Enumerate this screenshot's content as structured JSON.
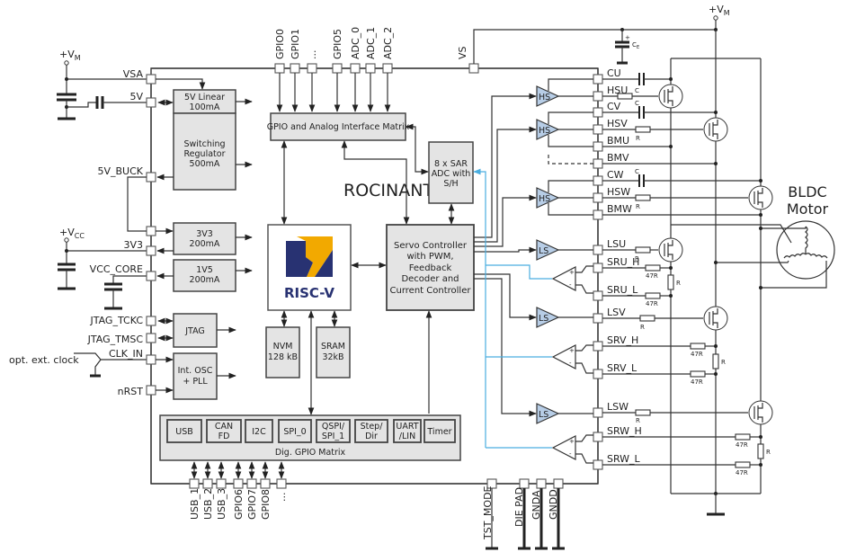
{
  "chip_name": "ROCINANTE",
  "motor_label": [
    "BLDC",
    "Motor"
  ],
  "supplies": {
    "vm": "+V",
    "vm_sub": "M",
    "vcc": "+V",
    "vcc_sub": "CC"
  },
  "left_pins": [
    "VSA",
    "5V",
    "5V_BUCK",
    "3V3",
    "VCC_CORE",
    "JTAG_TCKC",
    "JTAG_TMSC",
    "CLK_IN",
    "nRST"
  ],
  "top_pins": [
    "GPIO0",
    "GPIO1",
    "...",
    "GPIO5",
    "ADC_0",
    "ADC_1",
    "ADC_2",
    "VS"
  ],
  "bottom_pins": [
    "USB_1",
    "USB_2",
    "USB_3",
    "GPIO6",
    "GPIO7",
    "GPIO8",
    "...",
    "TST_MODE",
    "DIE PAD",
    "GNDA",
    "GNDD"
  ],
  "right_pins": [
    "CU",
    "HSU",
    "CV",
    "HSV",
    "BMU",
    "BMV",
    "CW",
    "HSW",
    "BMW",
    "LSU",
    "SRU_H",
    "SRU_L",
    "LSV",
    "SRV_H",
    "SRV_L",
    "LSW",
    "SRW_H",
    "SRW_L"
  ],
  "ext_clock_label": "opt. ext. clock",
  "blocks": {
    "linear_5v": [
      "5V Linear",
      "100mA"
    ],
    "switching": [
      "Switching",
      "Regulator",
      "500mA"
    ],
    "ldo_3v3": [
      "3V3",
      "200mA"
    ],
    "ldo_1v5": [
      "1V5",
      "200mA"
    ],
    "jtag": [
      "JTAG"
    ],
    "osc": [
      "Int. OSC",
      "+ PLL"
    ],
    "gpio_matrix": "GPIO and Analog Interface Matrix",
    "adc": [
      "8 x SAR",
      "ADC with",
      "S/H"
    ],
    "servo": [
      "Servo Controller",
      "with PWM,",
      "Feedback",
      "Decoder and",
      "Current Controller"
    ],
    "cpu_logo_text": "RISC-V",
    "nvm": [
      "NVM",
      "128 kB"
    ],
    "sram": [
      "SRAM",
      "32kB"
    ],
    "dig_gpio_matrix": "Dig. GPIO Matrix",
    "peripherals": [
      [
        "USB"
      ],
      [
        "CAN",
        "FD"
      ],
      [
        "I2C"
      ],
      [
        "SPI_0"
      ],
      [
        "QSPI/",
        "SPI_1"
      ],
      [
        "Step/",
        "Dir"
      ],
      [
        "UART",
        "/LIN"
      ],
      [
        "Timer"
      ]
    ]
  },
  "drivers": {
    "high_side": "HS",
    "low_side": "LS"
  },
  "components": {
    "bootstrap_cap": "C",
    "bootstrap_cap_sub": "B",
    "gate_res": "R",
    "gate_res_sub": "G",
    "sense_res": "R",
    "sense_res_sub": "S",
    "filter_res": "47R",
    "elcap": "C",
    "elcap_sub": "E"
  },
  "colors": {
    "block_fill": "#e4e4e4",
    "driver_fill": "#b7cde6",
    "sense_line": "#4aaee0",
    "riscv_blue": "#283272",
    "riscv_yellow": "#f2a900"
  }
}
